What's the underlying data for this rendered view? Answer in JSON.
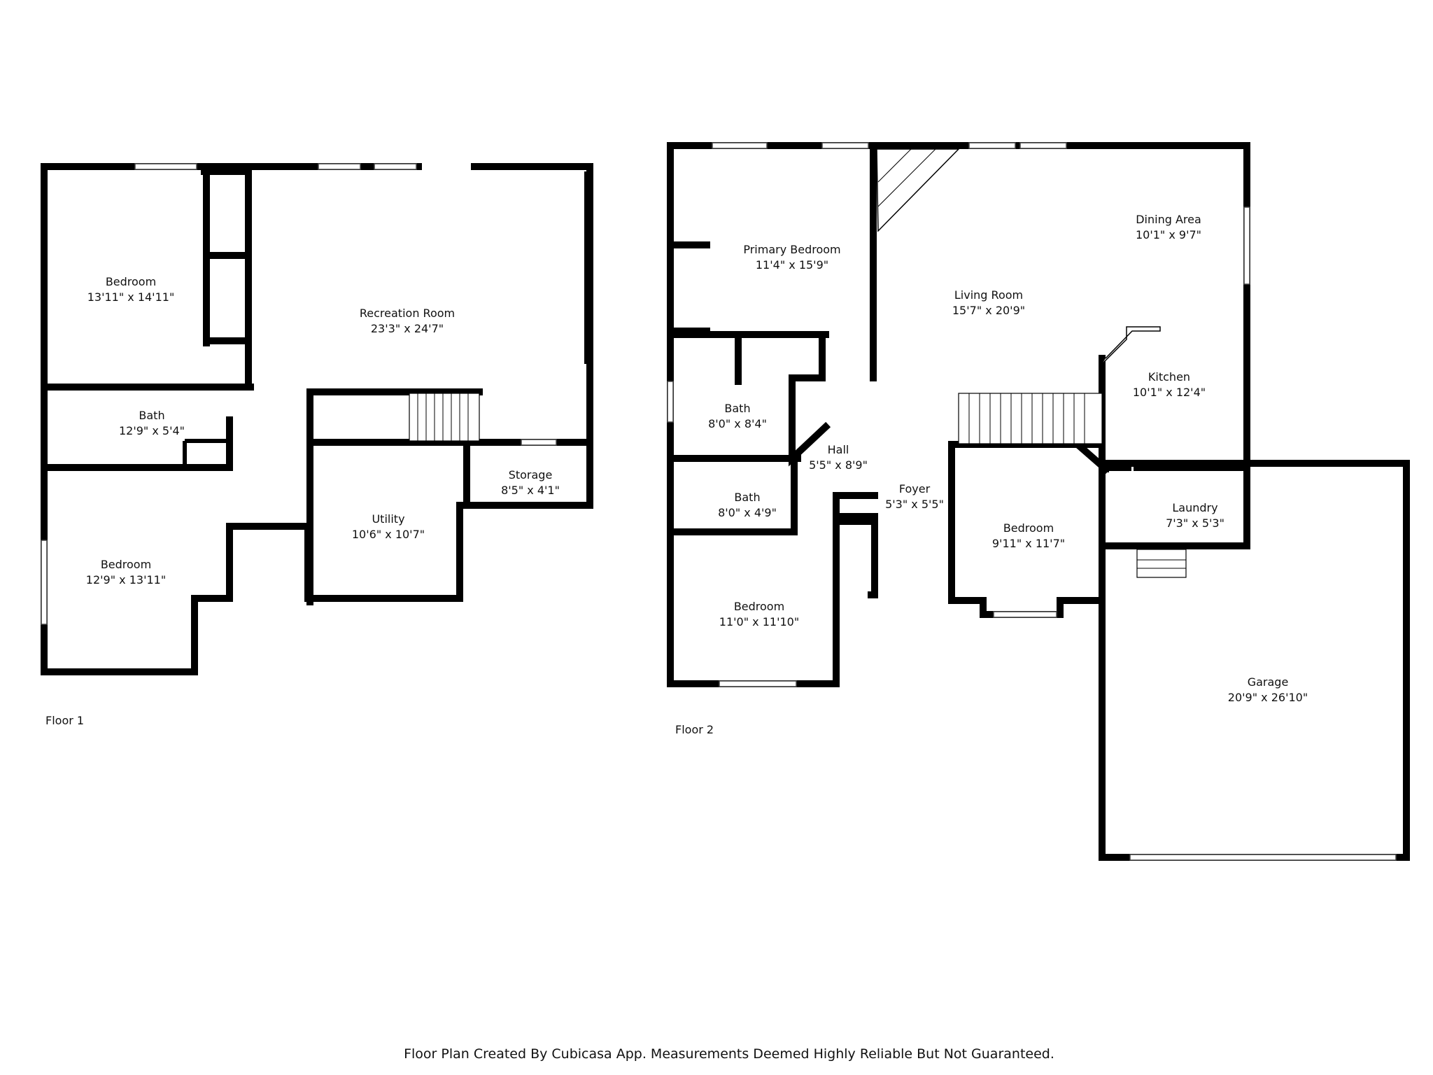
{
  "floors": [
    {
      "label": "Floor 1",
      "rooms": [
        {
          "name": "Bedroom",
          "dim": "13'11\" x 14'11\""
        },
        {
          "name": "Recreation Room",
          "dim": "23'3\" x 24'7\""
        },
        {
          "name": "Bath",
          "dim": "12'9\" x 5'4\""
        },
        {
          "name": "Bedroom",
          "dim": "12'9\" x 13'11\""
        },
        {
          "name": "Utility",
          "dim": "10'6\" x 10'7\""
        },
        {
          "name": "Storage",
          "dim": "8'5\" x 4'1\""
        }
      ]
    },
    {
      "label": "Floor 2",
      "rooms": [
        {
          "name": "Primary Bedroom",
          "dim": "11'4\" x 15'9\""
        },
        {
          "name": "Living Room",
          "dim": "15'7\" x 20'9\""
        },
        {
          "name": "Dining Area",
          "dim": "10'1\" x 9'7\""
        },
        {
          "name": "Kitchen",
          "dim": "10'1\" x 12'4\""
        },
        {
          "name": "Bath",
          "dim": "8'0\" x 8'4\""
        },
        {
          "name": "Hall",
          "dim": "5'5\" x 8'9\""
        },
        {
          "name": "Bath",
          "dim": "8'0\" x 4'9\""
        },
        {
          "name": "Foyer",
          "dim": "5'3\" x 5'5\""
        },
        {
          "name": "Bedroom",
          "dim": "9'11\" x 11'7\""
        },
        {
          "name": "Laundry",
          "dim": "7'3\" x 5'3\""
        },
        {
          "name": "Bedroom",
          "dim": "11'0\" x 11'10\""
        },
        {
          "name": "Garage",
          "dim": "20'9\" x 26'10\""
        }
      ]
    }
  ],
  "footer": "Floor Plan Created By Cubicasa App. Measurements Deemed Highly Reliable But Not Guaranteed."
}
